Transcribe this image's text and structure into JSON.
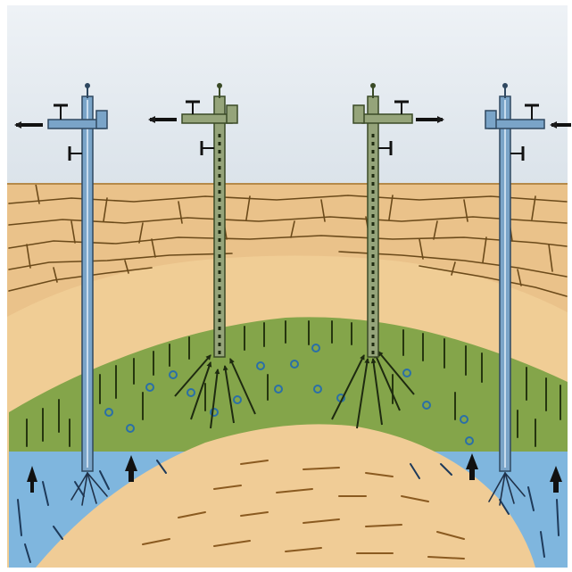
{
  "colors": {
    "sky_top": "#e9eef4",
    "sky_bottom": "#d9e2ea",
    "sand": "#f1cf97",
    "rock": "#eac28a",
    "gas": "#84a54a",
    "water": "#7fb6de",
    "dome": "#f0cc96",
    "blue_well": "#7aa4c8",
    "green_well": "#95a47a"
  },
  "wells": [
    {
      "id": "well-1",
      "pipe_color": "#7aa4c8",
      "flow": "left",
      "role": "water-injection"
    },
    {
      "id": "well-2",
      "pipe_color": "#95a47a",
      "flow": "left",
      "role": "gas-production"
    },
    {
      "id": "well-3",
      "pipe_color": "#95a47a",
      "flow": "right",
      "role": "gas-production"
    },
    {
      "id": "well-4",
      "pipe_color": "#7aa4c8",
      "flow": "left",
      "role": "water-injection"
    }
  ],
  "layers": [
    "sky",
    "cap-rock",
    "sand",
    "gas-reservoir",
    "aquifer",
    "basement-dome"
  ],
  "icons": [
    "flow-arrow-icon",
    "valve-icon",
    "gas-bubble-icon",
    "water-up-arrow-icon"
  ]
}
